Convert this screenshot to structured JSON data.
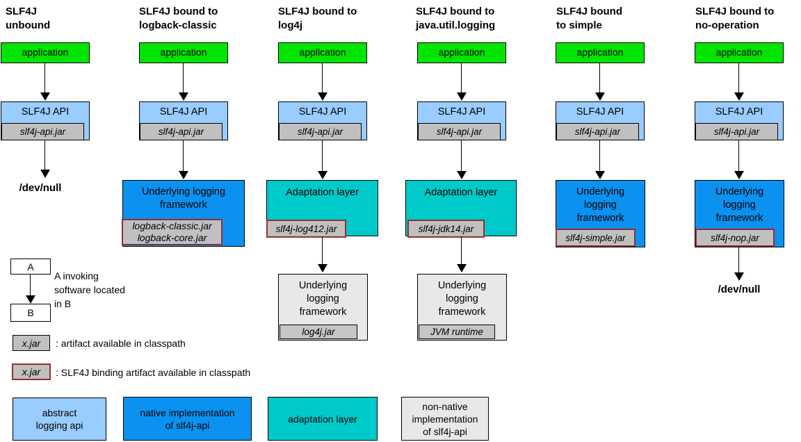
{
  "colors": {
    "application_green": "#00E400",
    "abstract_api_lightblue": "#99CCFF",
    "native_impl_blue": "#0B91F0",
    "adaptation_teal": "#00C9C9",
    "non_native_gray": "#E8E8E8",
    "artifact_silver": "#C0C0C0",
    "binding_border_maroon": "#8E3133"
  },
  "columns": [
    {
      "title_line1": "SLF4J",
      "title_line2": "unbound",
      "application_label": "application",
      "api_label": "SLF4J API",
      "api_jar": "slf4j-api.jar",
      "sink_label": "/dev/null"
    },
    {
      "title_line1": "SLF4J bound to",
      "title_line2": "logback-classic",
      "application_label": "application",
      "api_label": "SLF4J API",
      "api_jar": "slf4j-api.jar",
      "framework_line1": "Underlying logging",
      "framework_line2": "framework",
      "binding_jar_line1": "logback-classic.jar",
      "binding_jar_line2": "logback-core.jar"
    },
    {
      "title_line1": "SLF4J bound to",
      "title_line2": "log4j",
      "application_label": "application",
      "api_label": "SLF4J API",
      "api_jar": "slf4j-api.jar",
      "adaptation_label": "Adaptation layer",
      "binding_jar": "slf4j-log412.jar",
      "framework_line1": "Underlying",
      "framework_line2": "logging",
      "framework_line3": "framework",
      "framework_jar": "log4j.jar"
    },
    {
      "title_line1": "SLF4J bound to",
      "title_line2": "java.util.logging",
      "application_label": "application",
      "api_label": "SLF4J API",
      "api_jar": "slf4j-api.jar",
      "adaptation_label": "Adaptation layer",
      "binding_jar": "slf4j-jdk14.jar",
      "framework_line1": "Underlying",
      "framework_line2": "logging",
      "framework_line3": "framework",
      "framework_jar": "JVM runtime"
    },
    {
      "title_line1": "SLF4J bound",
      "title_line2": "to simple",
      "application_label": "application",
      "api_label": "SLF4J API",
      "api_jar": "slf4j-api.jar",
      "framework_line1": "Underlying",
      "framework_line2": "logging",
      "framework_line3": "framework",
      "binding_jar": "slf4j-simple.jar"
    },
    {
      "title_line1": "SLF4J bound to",
      "title_line2": "no-operation",
      "application_label": "application",
      "api_label": "SLF4J API",
      "api_jar": "slf4j-api.jar",
      "framework_line1": "Underlying",
      "framework_line2": "logging",
      "framework_line3": "framework",
      "binding_jar": "slf4j-nop.jar",
      "sink_label": "/dev/null"
    }
  ],
  "legend": {
    "invoking": {
      "a_label": "A",
      "b_label": "B",
      "caption_line1": "A invoking",
      "caption_line2": "software located",
      "caption_line3": "in B"
    },
    "artifact_key": {
      "jar_label": "x.jar",
      "description": ": artifact available in classpath"
    },
    "binding_key": {
      "jar_label": "x.jar",
      "description": ": SLF4J binding artifact available in classpath"
    },
    "color_key": [
      {
        "line1": "abstract",
        "line2": "logging api"
      },
      {
        "line1": "native implementation",
        "line2": "of slf4j-api"
      },
      {
        "line1": "adaptation layer"
      },
      {
        "line1": "non-native",
        "line2": "implementation",
        "line3": "of slf4j-api"
      }
    ]
  }
}
